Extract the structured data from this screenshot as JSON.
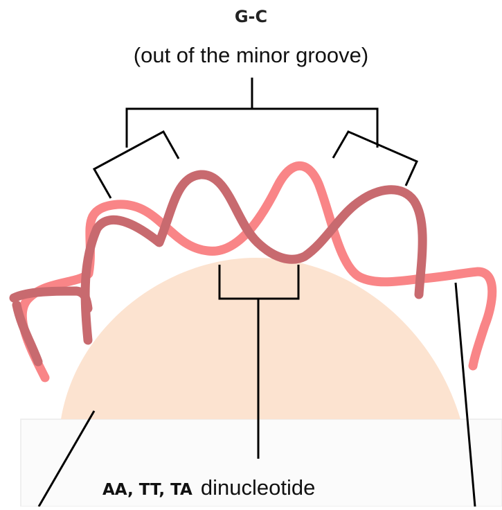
{
  "labels": {
    "top_title": "G-C",
    "top_subtitle": "(out of the minor groove)",
    "bottom_bold": "AA, TT, TA",
    "bottom_plain": "dinucleotide"
  },
  "colors": {
    "histone_core": "#fce3d0",
    "strand_dark": "#c86a6f",
    "strand_light": "#f98587",
    "line": "#000000"
  }
}
